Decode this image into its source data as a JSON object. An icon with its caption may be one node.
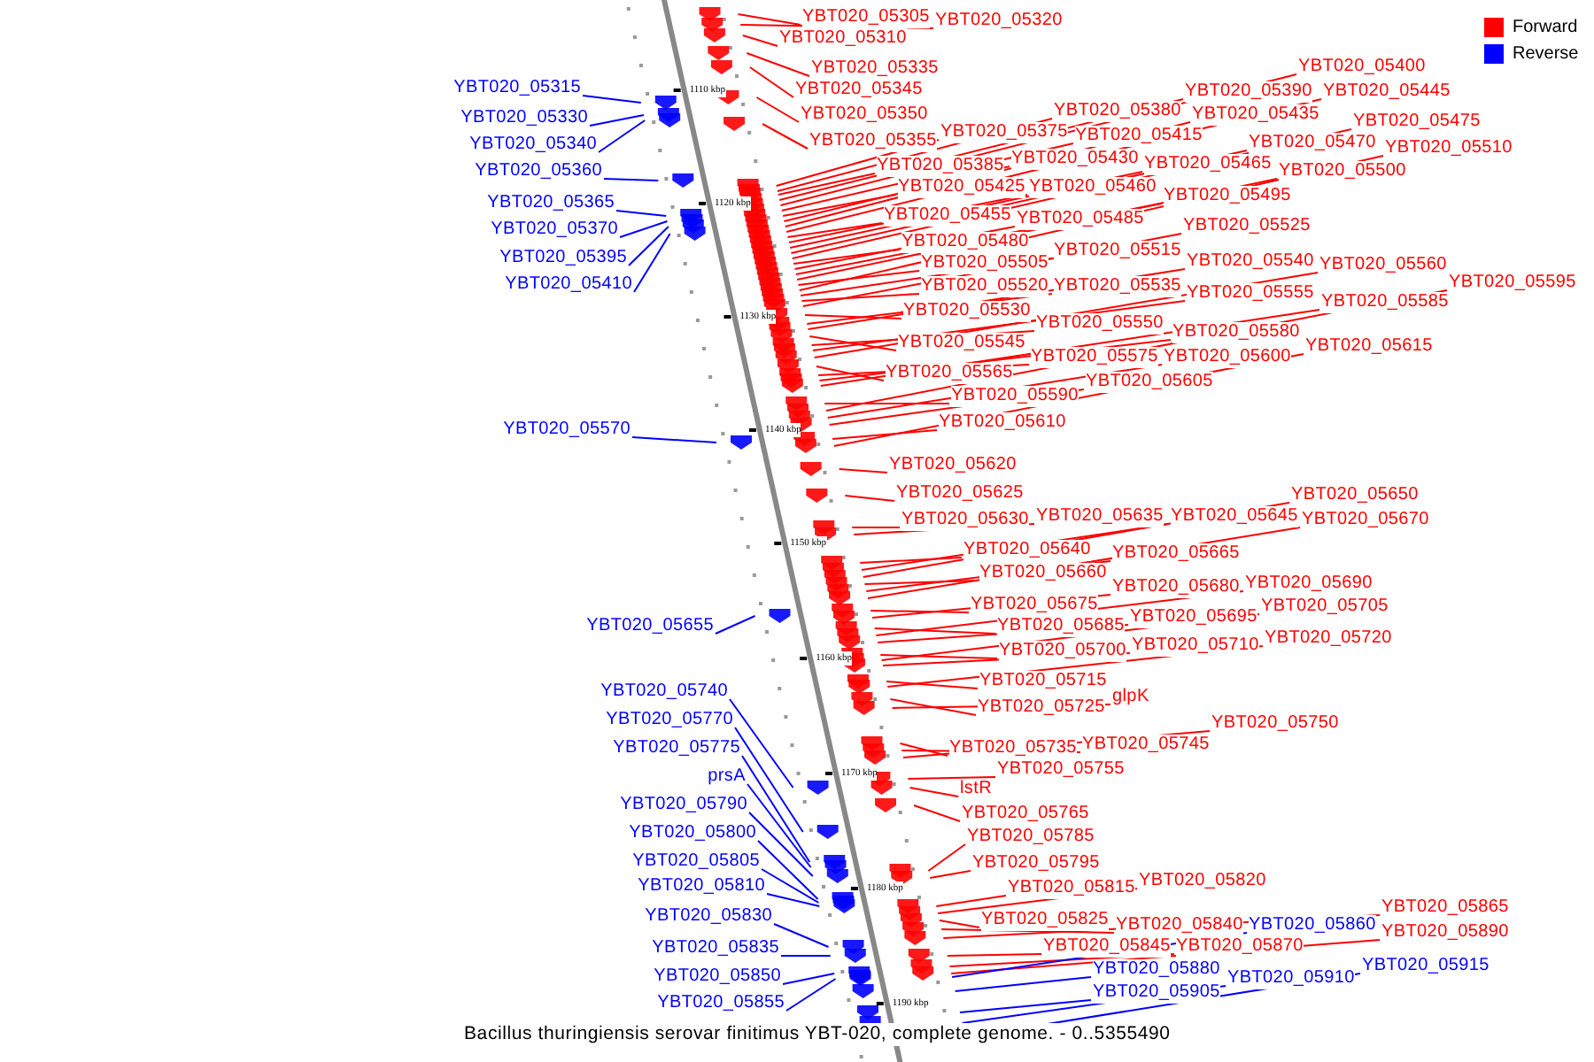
{
  "diagram": {
    "caption": "Bacillus thuringiensis serovar finitimus YBT-020, complete genome. - 0..5355490",
    "nodes": [
      {
        "text": [
          "YBT020_05305"
        ]
      },
      {
        "text": [
          "YBT020_05320"
        ]
      },
      {
        "text": [
          "YBT020_05310"
        ]
      },
      {
        "text": [
          "YBT020_05335"
        ]
      },
      {
        "text": [
          "YBT020_05345"
        ]
      },
      {
        "text": [
          "YBT020_05350"
        ]
      },
      {
        "text": [
          "YBT020_05355"
        ]
      },
      {
        "text": [
          "YBT020_05375"
        ]
      },
      {
        "text": [
          "YBT020_05380"
        ]
      },
      {
        "text": [
          "YBT020_05385"
        ]
      },
      {
        "text": [
          "YBT020_05390"
        ]
      },
      {
        "text": [
          "YBT020_05400"
        ]
      },
      {
        "text": [
          "YBT020_05415"
        ]
      },
      {
        "text": [
          "YBT020_05425"
        ]
      },
      {
        "text": [
          "YBT020_05430"
        ]
      },
      {
        "text": [
          "YBT020_05435"
        ]
      },
      {
        "text": [
          "YBT020_05445"
        ]
      },
      {
        "text": [
          "YBT020_05455"
        ]
      },
      {
        "text": [
          "YBT020_05460"
        ]
      },
      {
        "text": [
          "YBT020_05465"
        ]
      },
      {
        "text": [
          "YBT020_05470"
        ]
      },
      {
        "text": [
          "YBT020_05475"
        ]
      },
      {
        "text": [
          "YBT020_05480"
        ]
      },
      {
        "text": [
          "YBT020_05485"
        ]
      },
      {
        "text": [
          "YBT020_05495"
        ]
      },
      {
        "text": [
          "YBT020_05500"
        ]
      },
      {
        "text": [
          "YBT020_05505"
        ]
      },
      {
        "text": [
          "YBT020_05510"
        ]
      },
      {
        "text": [
          "YBT020_05515"
        ]
      },
      {
        "text": [
          "YBT020_05520"
        ]
      },
      {
        "text": [
          "YBT020_05525"
        ]
      },
      {
        "text": [
          "YBT020_05530"
        ]
      },
      {
        "text": [
          "YBT020_05535"
        ]
      },
      {
        "text": [
          "YBT020_05540"
        ]
      },
      {
        "text": [
          "YBT020_05545"
        ]
      },
      {
        "text": [
          "YBT020_05550"
        ]
      },
      {
        "text": [
          "YBT020_05555"
        ]
      },
      {
        "text": [
          "YBT020_05560"
        ]
      },
      {
        "text": [
          "YBT020_05565"
        ]
      },
      {
        "text": [
          "YBT020_05575"
        ]
      },
      {
        "text": [
          "YBT020_05580"
        ]
      },
      {
        "text": [
          "YBT020_05585"
        ]
      },
      {
        "text": [
          "YBT020_05590"
        ]
      },
      {
        "text": [
          "YBT020_05595"
        ]
      },
      {
        "text": [
          "YBT020_05600"
        ]
      },
      {
        "text": [
          "YBT020_05605"
        ]
      },
      {
        "text": [
          "YBT020_05610"
        ]
      },
      {
        "text": [
          "YBT020_05615"
        ]
      },
      {
        "text": [
          "YBT020_05620"
        ]
      },
      {
        "text": [
          "YBT020_05625"
        ]
      },
      {
        "text": [
          "YBT020_05630"
        ]
      },
      {
        "text": [
          "YBT020_05635"
        ]
      },
      {
        "text": [
          "YBT020_05640"
        ]
      },
      {
        "text": [
          "YBT020_05645"
        ]
      },
      {
        "text": [
          "YBT020_05650"
        ]
      },
      {
        "text": [
          "YBT020_05660"
        ]
      },
      {
        "text": [
          "YBT020_05665"
        ]
      },
      {
        "text": [
          "YBT020_05670"
        ]
      },
      {
        "text": [
          "YBT020_05675"
        ]
      },
      {
        "text": [
          "YBT020_05680"
        ]
      },
      {
        "text": [
          "YBT020_05685"
        ]
      },
      {
        "text": [
          "YBT020_05690"
        ]
      },
      {
        "text": [
          "YBT020_05695"
        ]
      },
      {
        "text": [
          "YBT020_05700"
        ]
      },
      {
        "text": [
          "YBT020_05705"
        ]
      },
      {
        "text": [
          "YBT020_05710"
        ]
      },
      {
        "text": [
          "YBT020_05715"
        ]
      },
      {
        "text": [
          "YBT020_05720"
        ]
      },
      {
        "text": [
          "YBT020_05725"
        ]
      },
      {
        "text": [
          "glpK"
        ]
      },
      {
        "text": [
          "YBT020_05735"
        ]
      },
      {
        "text": [
          "YBT020_05745"
        ]
      },
      {
        "text": [
          "YBT020_05750"
        ]
      },
      {
        "text": [
          "YBT020_05755"
        ]
      },
      {
        "text": [
          "lstR"
        ]
      },
      {
        "text": [
          "YBT020_05765"
        ]
      },
      {
        "text": [
          "YBT020_05785"
        ]
      },
      {
        "text": [
          "YBT020_05795"
        ]
      },
      {
        "text": [
          "YBT020_05815"
        ]
      },
      {
        "text": [
          "YBT020_05820"
        ]
      },
      {
        "text": [
          "YBT020_05825"
        ]
      },
      {
        "text": [
          "YBT020_05840"
        ]
      },
      {
        "text": [
          "YBT020_05845"
        ]
      },
      {
        "text": [
          "YBT020_05865"
        ]
      },
      {
        "text": [
          "YBT020_05870"
        ]
      },
      {
        "text": [
          "YBT020_05890"
        ]
      },
      {
        "text": [
          "YBT020_05860"
        ]
      },
      {
        "text": [
          "YBT020_05880"
        ]
      },
      {
        "text": [
          "YBT020_05905"
        ]
      },
      {
        "text": [
          "YBT020_05910"
        ]
      },
      {
        "text": [
          "YBT020_05915"
        ]
      },
      {
        "text": [
          "YBT020_05315"
        ]
      },
      {
        "text": [
          "YBT020_05330"
        ]
      },
      {
        "text": [
          "YBT020_05340"
        ]
      },
      {
        "text": [
          "YBT020_05360"
        ]
      },
      {
        "text": [
          "YBT020_05365"
        ]
      },
      {
        "text": [
          "YBT020_05370"
        ]
      },
      {
        "text": [
          "YBT020_05395"
        ]
      },
      {
        "text": [
          "YBT020_05410"
        ]
      },
      {
        "text": [
          "YBT020_05570"
        ]
      },
      {
        "text": [
          "YBT020_05655"
        ]
      },
      {
        "text": [
          "YBT020_05740"
        ]
      },
      {
        "text": [
          "YBT020_05770"
        ]
      },
      {
        "text": [
          "YBT020_05775"
        ]
      },
      {
        "text": [
          "prsA"
        ]
      },
      {
        "text": [
          "YBT020_05790"
        ]
      },
      {
        "text": [
          "YBT020_05800"
        ]
      },
      {
        "text": [
          "YBT020_05805"
        ]
      },
      {
        "text": [
          "YBT020_05810"
        ]
      },
      {
        "text": [
          "YBT020_05830"
        ]
      },
      {
        "text": [
          "YBT020_05835"
        ]
      },
      {
        "text": [
          "YBT020_05850"
        ]
      },
      {
        "text": [
          "YBT020_05855"
        ]
      }
    ],
    "edges": [
      {
        "from": 0,
        "to": null,
        "arrow": "none"
      },
      {
        "from": 1,
        "to": null,
        "arrow": "none"
      },
      {
        "from": 2,
        "to": null,
        "arrow": "none"
      },
      {
        "from": 3,
        "to": null,
        "arrow": "none"
      },
      {
        "from": 4,
        "to": null,
        "arrow": "none"
      },
      {
        "from": 5,
        "to": null,
        "arrow": "none"
      },
      {
        "from": 6,
        "to": null,
        "arrow": "none"
      },
      {
        "from": 7,
        "to": null,
        "arrow": "none"
      },
      {
        "from": 8,
        "to": null,
        "arrow": "none"
      },
      {
        "from": 9,
        "to": null,
        "arrow": "none"
      },
      {
        "from": 10,
        "to": null,
        "arrow": "none"
      },
      {
        "from": 11,
        "to": null,
        "arrow": "none"
      },
      {
        "from": 12,
        "to": null,
        "arrow": "none"
      },
      {
        "from": 13,
        "to": null,
        "arrow": "none"
      },
      {
        "from": 14,
        "to": null,
        "arrow": "none"
      },
      {
        "from": 15,
        "to": null,
        "arrow": "none"
      },
      {
        "from": 16,
        "to": null,
        "arrow": "none"
      },
      {
        "from": 17,
        "to": null,
        "arrow": "none"
      },
      {
        "from": 18,
        "to": null,
        "arrow": "none"
      },
      {
        "from": 19,
        "to": null,
        "arrow": "none"
      },
      {
        "from": 20,
        "to": null,
        "arrow": "none"
      },
      {
        "from": 21,
        "to": null,
        "arrow": "none"
      },
      {
        "from": 22,
        "to": null,
        "arrow": "none"
      },
      {
        "from": 23,
        "to": null,
        "arrow": "none"
      },
      {
        "from": 24,
        "to": null,
        "arrow": "none"
      },
      {
        "from": 25,
        "to": null,
        "arrow": "none"
      },
      {
        "from": 26,
        "to": null,
        "arrow": "none"
      },
      {
        "from": 27,
        "to": null,
        "arrow": "none"
      },
      {
        "from": 28,
        "to": null,
        "arrow": "none"
      },
      {
        "from": 29,
        "to": null,
        "arrow": "none"
      },
      {
        "from": 30,
        "to": null,
        "arrow": "none"
      },
      {
        "from": 31,
        "to": null,
        "arrow": "none"
      },
      {
        "from": 32,
        "to": null,
        "arrow": "none"
      },
      {
        "from": 33,
        "to": null,
        "arrow": "none"
      },
      {
        "from": 34,
        "to": null,
        "arrow": "none"
      },
      {
        "from": 35,
        "to": null,
        "arrow": "none"
      },
      {
        "from": 36,
        "to": null,
        "arrow": "none"
      },
      {
        "from": 37,
        "to": null,
        "arrow": "none"
      },
      {
        "from": 38,
        "to": null,
        "arrow": "none"
      },
      {
        "from": 39,
        "to": null,
        "arrow": "none"
      },
      {
        "from": 40,
        "to": null,
        "arrow": "none"
      },
      {
        "from": 41,
        "to": null,
        "arrow": "none"
      },
      {
        "from": 42,
        "to": null,
        "arrow": "none"
      },
      {
        "from": 43,
        "to": null,
        "arrow": "none"
      },
      {
        "from": 44,
        "to": null,
        "arrow": "none"
      },
      {
        "from": 45,
        "to": null,
        "arrow": "none"
      },
      {
        "from": 46,
        "to": null,
        "arrow": "none"
      },
      {
        "from": 47,
        "to": null,
        "arrow": "none"
      },
      {
        "from": 48,
        "to": null,
        "arrow": "none"
      },
      {
        "from": 49,
        "to": null,
        "arrow": "none"
      },
      {
        "from": 50,
        "to": null,
        "arrow": "none"
      },
      {
        "from": 51,
        "to": null,
        "arrow": "none"
      },
      {
        "from": 52,
        "to": null,
        "arrow": "none"
      },
      {
        "from": 53,
        "to": null,
        "arrow": "none"
      },
      {
        "from": 54,
        "to": null,
        "arrow": "none"
      },
      {
        "from": 55,
        "to": null,
        "arrow": "none"
      },
      {
        "from": 56,
        "to": null,
        "arrow": "none"
      },
      {
        "from": 57,
        "to": null,
        "arrow": "none"
      },
      {
        "from": 58,
        "to": null,
        "arrow": "none"
      },
      {
        "from": 59,
        "to": null,
        "arrow": "none"
      },
      {
        "from": 60,
        "to": null,
        "arrow": "none"
      },
      {
        "from": 61,
        "to": null,
        "arrow": "none"
      },
      {
        "from": 62,
        "to": null,
        "arrow": "none"
      },
      {
        "from": 63,
        "to": null,
        "arrow": "none"
      },
      {
        "from": 64,
        "to": null,
        "arrow": "none"
      },
      {
        "from": 65,
        "to": null,
        "arrow": "none"
      },
      {
        "from": 66,
        "to": null,
        "arrow": "none"
      },
      {
        "from": 67,
        "to": null,
        "arrow": "none"
      },
      {
        "from": 68,
        "to": null,
        "arrow": "none"
      },
      {
        "from": 69,
        "to": null,
        "arrow": "none"
      },
      {
        "from": 70,
        "to": null,
        "arrow": "none"
      },
      {
        "from": 71,
        "to": null,
        "arrow": "none"
      },
      {
        "from": 72,
        "to": null,
        "arrow": "none"
      },
      {
        "from": 73,
        "to": null,
        "arrow": "none"
      },
      {
        "from": 74,
        "to": null,
        "arrow": "none"
      },
      {
        "from": 75,
        "to": null,
        "arrow": "none"
      },
      {
        "from": 76,
        "to": null,
        "arrow": "none"
      },
      {
        "from": 77,
        "to": null,
        "arrow": "none"
      },
      {
        "from": 78,
        "to": null,
        "arrow": "none"
      },
      {
        "from": 79,
        "to": null,
        "arrow": "none"
      },
      {
        "from": 80,
        "to": null,
        "arrow": "none"
      },
      {
        "from": 81,
        "to": null,
        "arrow": "none"
      },
      {
        "from": 82,
        "to": null,
        "arrow": "none"
      },
      {
        "from": 83,
        "to": null,
        "arrow": "none"
      },
      {
        "from": 84,
        "to": null,
        "arrow": "none"
      },
      {
        "from": 85,
        "to": null,
        "arrow": "none"
      },
      {
        "from": 86,
        "to": null,
        "arrow": "none",
        "color": "#0000ff"
      },
      {
        "from": 87,
        "to": null,
        "arrow": "none",
        "color": "#0000ff"
      },
      {
        "from": 88,
        "to": null,
        "arrow": "none",
        "color": "#0000ff"
      },
      {
        "from": 89,
        "to": null,
        "arrow": "none",
        "color": "#0000ff"
      },
      {
        "from": 90,
        "to": null,
        "arrow": "none",
        "color": "#0000ff"
      },
      {
        "from": 91,
        "to": null,
        "arrow": "none",
        "color": "#0000ff"
      },
      {
        "from": 92,
        "to": null,
        "arrow": "none",
        "color": "#0000ff"
      },
      {
        "from": 93,
        "to": null,
        "arrow": "none",
        "color": "#0000ff"
      },
      {
        "from": 94,
        "to": null,
        "arrow": "none",
        "color": "#0000ff"
      },
      {
        "from": 95,
        "to": null,
        "arrow": "none",
        "color": "#0000ff"
      },
      {
        "from": 96,
        "to": null,
        "arrow": "none",
        "color": "#0000ff"
      },
      {
        "from": 97,
        "to": null,
        "arrow": "none",
        "color": "#0000ff"
      },
      {
        "from": 98,
        "to": null,
        "arrow": "none",
        "color": "#0000ff"
      },
      {
        "from": 99,
        "to": null,
        "arrow": "none",
        "color": "#0000ff"
      },
      {
        "from": 100,
        "to": null,
        "arrow": "none",
        "color": "#0000ff"
      },
      {
        "from": 101,
        "to": null,
        "arrow": "none",
        "color": "#0000ff"
      },
      {
        "from": 102,
        "to": null,
        "arrow": "none",
        "color": "#0000ff"
      },
      {
        "from": 103,
        "to": null,
        "arrow": "none",
        "color": "#0000ff"
      },
      {
        "from": 104,
        "to": null,
        "arrow": "none",
        "color": "#0000ff"
      },
      {
        "from": 105,
        "to": null,
        "arrow": "none",
        "color": "#0000ff"
      },
      {
        "from": 106,
        "to": null,
        "arrow": "none",
        "color": "#0000ff"
      },
      {
        "from": 107,
        "to": null,
        "arrow": "none",
        "color": "#0000ff"
      },
      {
        "from": 108,
        "to": null,
        "arrow": "none",
        "color": "#0000ff"
      },
      {
        "from": 109,
        "to": null,
        "arrow": "none",
        "color": "#0000ff"
      },
      {
        "from": 110,
        "to": null,
        "arrow": "none",
        "color": "#0000ff"
      },
      {
        "from": 111,
        "to": null,
        "arrow": "none",
        "color": "#0000ff"
      },
      {
        "from": 112,
        "to": null,
        "arrow": "none",
        "color": "#0000ff"
      }
    ],
    "labels": [
      "1110 kbp",
      "1120 kbp",
      "1130 kbp",
      "1140 kbp",
      "1150 kbp",
      "1160 kbp",
      "1170 kbp",
      "1180 kbp",
      "1190 kbp"
    ],
    "legend": [
      {
        "text": "Forward",
        "color": "#ff0000"
      },
      {
        "text": "Reverse",
        "color": "#0000ff"
      }
    ]
  }
}
